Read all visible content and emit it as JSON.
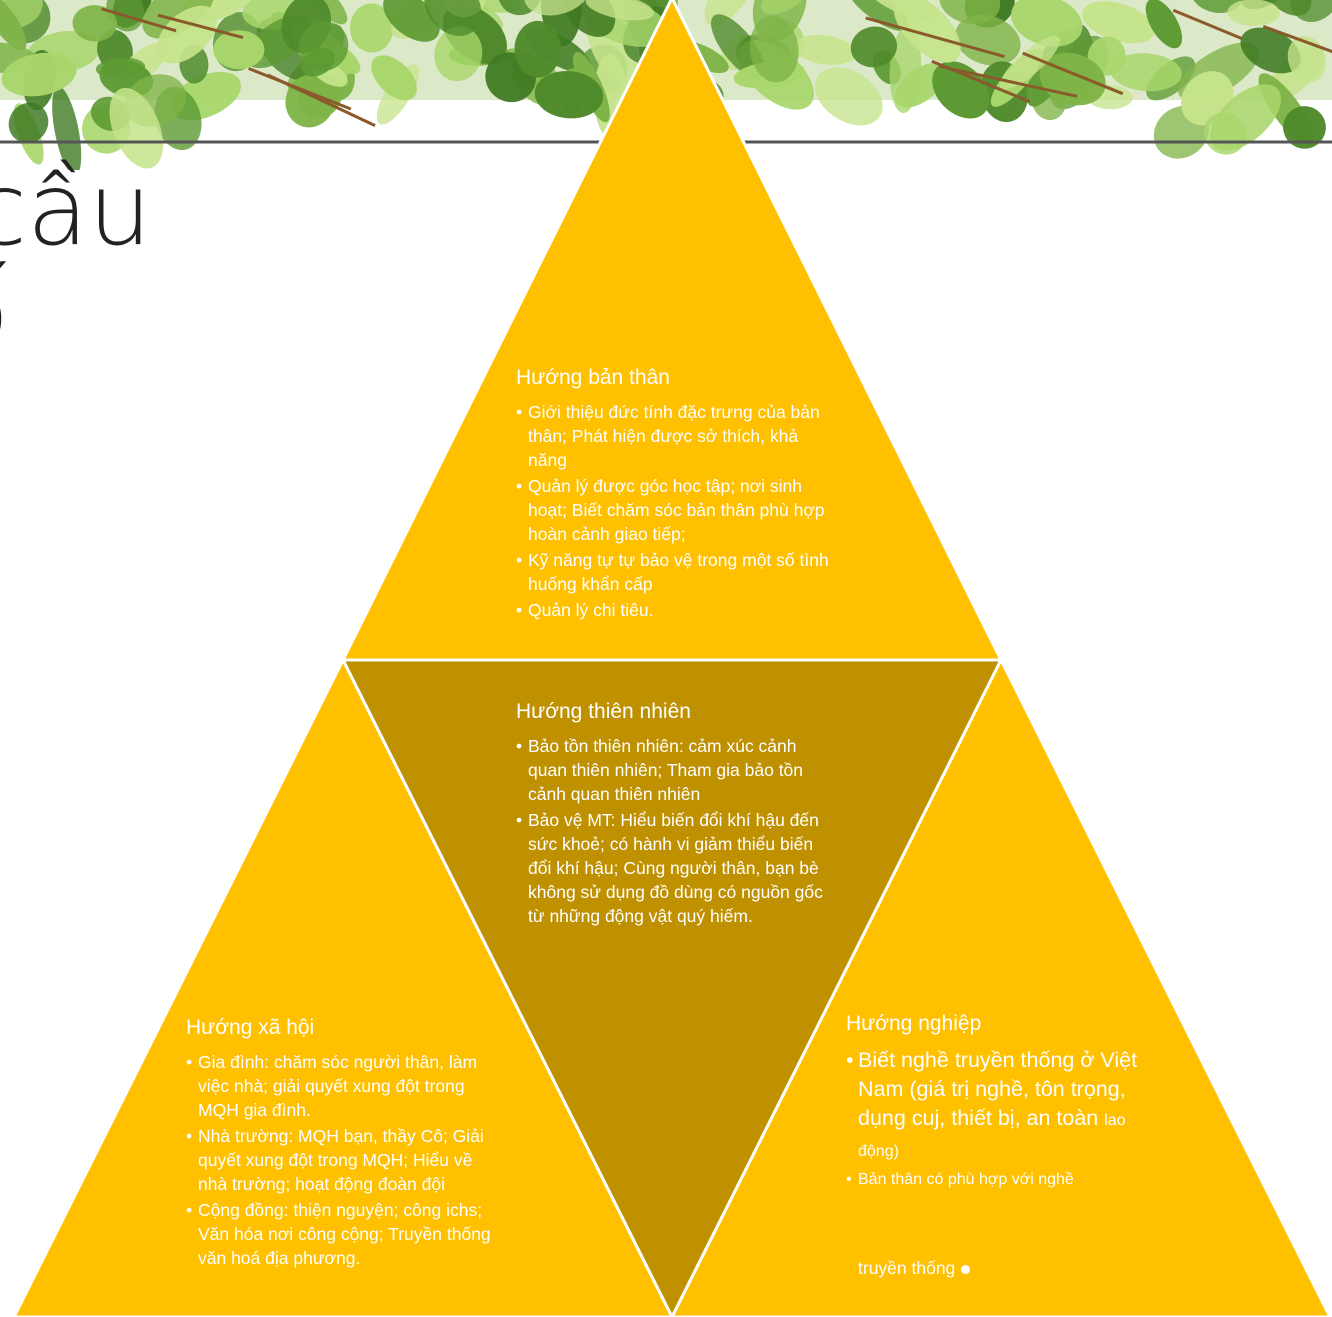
{
  "colors": {
    "triangle_light": "#FFC000",
    "triangle_dark": "#BF9000",
    "divider": "#ffffff",
    "leaf_dark": "#4f8a2b",
    "leaf_light": "#a8d66b"
  },
  "title": {
    "line1": "cầu",
    "line2": "ố"
  },
  "top": {
    "heading": "Hướng bản thân",
    "items": [
      "Giới thiệu đức tính đặc trưng của bản thân; Phát hiện được sở thích, khả năng",
      "Quản lý được góc học tập; nơi sinh hoạt; Biết chăm sóc bản thân phù hợp  hoàn cảnh giao tiếp;",
      "Kỹ năng tự tự bảo vệ trong một số tình huống khẩn cấp",
      "Quản lý chi tiêu."
    ]
  },
  "center": {
    "heading": "Hướng thiên nhiên",
    "items": [
      "Bảo tồn thiên nhiên: cảm xúc cảnh quan thiên nhiên; Tham gia bảo tồn cảnh quan thiên nhiên",
      "Bảo vệ MT: Hiểu biến đổi khí hậu đến sức khoẻ; có hành vi giảm thiểu biến đổi khí hậu; Cùng người thân, bạn bè không sử dụng đồ dùng có nguồn gốc từ những động vật quý hiếm."
    ]
  },
  "left": {
    "heading": "Hướng xã hội",
    "items": [
      "Gia đình: chăm sóc người thân, làm việc nhà; giải quyết xung đột trong MQH gia đình.",
      "Nhà trường: MQH bạn, thầy Cô; Giải quyết xung đột trong MQH; Hiểu về nhà trường; hoạt động đoàn đội",
      "Cộng đồng: thiện nguyện; công ichs; Văn hóa nơi công cộng; Truyền thống văn hoá địa phương."
    ]
  },
  "right": {
    "heading": "Hướng nghiệp",
    "item1_main": "Biết nghề truyền thống ở Việt Nam (giá trị nghề, tôn trọng, dụng cuj, thiết bị, an toàn",
    "item1_tail": "lao động)",
    "item2": "Bản thân có phù hợp với nghề",
    "item2_tail": "truyền thống"
  },
  "banner": {
    "leaf_icon": "leaf-icon"
  }
}
